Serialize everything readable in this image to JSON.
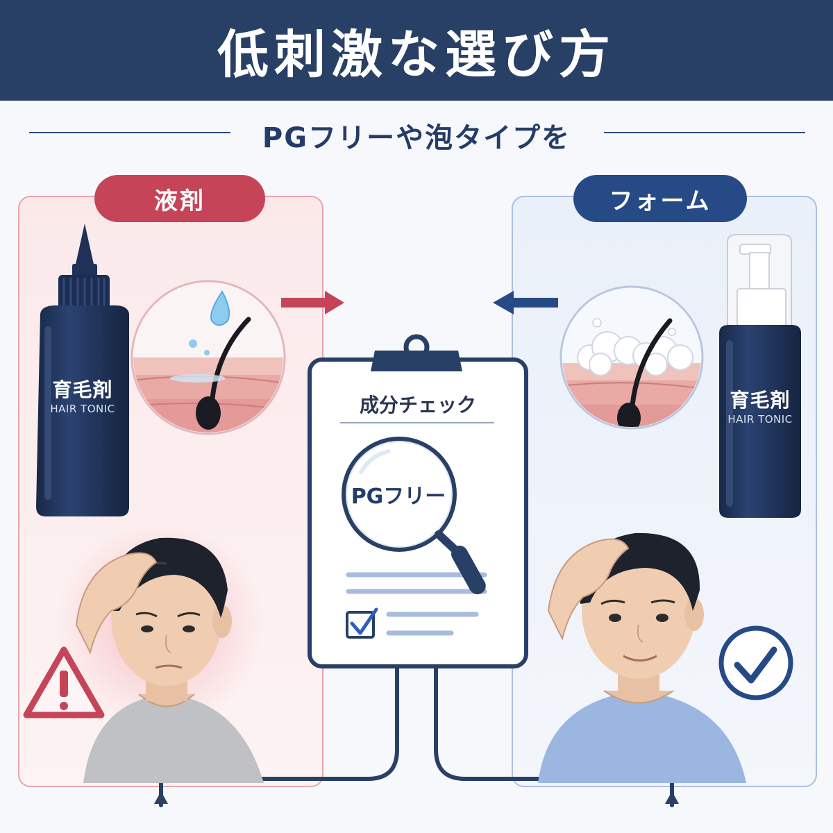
{
  "title": "低刺激な選び方",
  "subtitle": "PGフリーや泡タイプを",
  "left_panel": {
    "label": "液剤",
    "bottle_jp": "育毛剤",
    "bottle_en": "HAIR TONIC"
  },
  "right_panel": {
    "label": "フォーム",
    "bottle_jp": "育毛剤",
    "bottle_en": "HAIR TONIC"
  },
  "checklist": {
    "title": "成分チェック",
    "magnifier_text": "PGフリー"
  },
  "colors": {
    "navy": "#283f66",
    "red_accent": "#c64458",
    "blue_accent": "#264a86",
    "bottle": "#1f3158"
  },
  "icons": {
    "left_badge": "warning-icon",
    "right_badge": "check-circle-icon"
  }
}
